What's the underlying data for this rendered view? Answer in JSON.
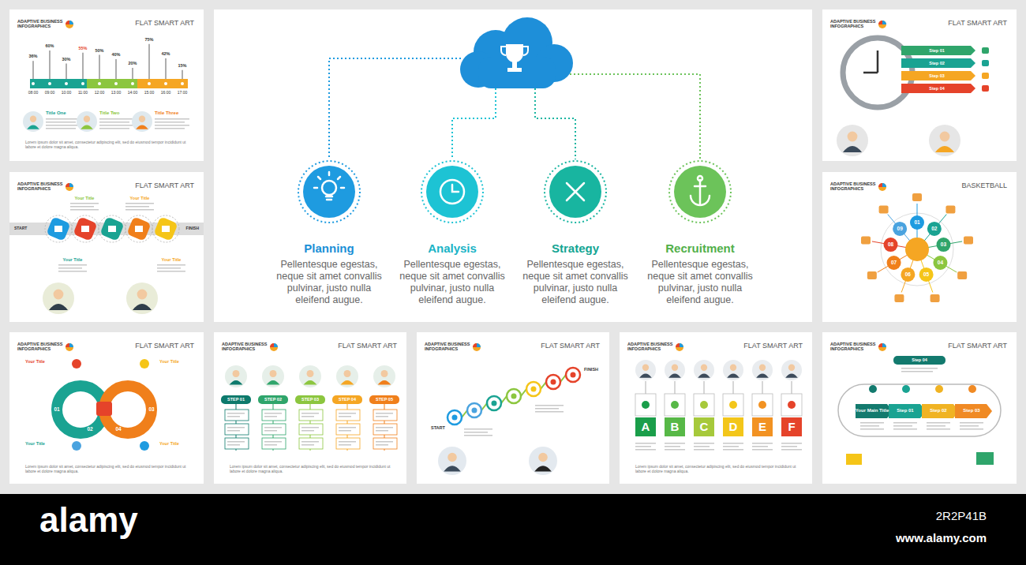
{
  "diagram": {
    "nodes": [
      {
        "text": [
          "Planning",
          "Pellentesque egestas, neque sit amet convallis pulvinar, justo nulla eleifend augue."
        ]
      },
      {
        "text": [
          "Analysis",
          "Pellentesque egestas, neque sit amet convallis pulvinar, justo nulla eleifend augue."
        ]
      },
      {
        "text": [
          "Strategy",
          "Pellentesque egestas, neque sit amet convallis pulvinar, justo nulla eleifend augue."
        ]
      },
      {
        "text": [
          "Recruitment",
          "Pellentesque egestas, neque sit amet convallis pulvinar, justo nulla eleifend augue."
        ]
      }
    ],
    "labels": [
      "ADAPTIVE BUSINESS INFOGRAPHICS",
      "FLAT SMART ART",
      "ADAPTIVE BUSINESS INFOGRAPHICS",
      "FLAT SMART ART",
      "ADAPTIVE BUSINESS INFOGRAPHICS",
      "FLAT SMART ART",
      "ADAPTIVE BUSINESS INFOGRAPHICS",
      "BASKETBALL",
      "ADAPTIVE BUSINESS INFOGRAPHICS",
      "FLAT SMART ART",
      "ADAPTIVE BUSINESS INFOGRAPHICS",
      "FLAT SMART ART",
      "ADAPTIVE BUSINESS INFOGRAPHICS",
      "FLAT SMART ART",
      "ADAPTIVE BUSINESS INFOGRAPHICS",
      "FLAT SMART ART",
      "ADAPTIVE BUSINESS INFOGRAPHICS",
      "FLAT SMART ART",
      "36%",
      "60%",
      "30%",
      "55%",
      "50%",
      "40%",
      "20%",
      "75%",
      "42%",
      "15%",
      "08:00",
      "09:00",
      "10:00",
      "11:00",
      "12:00",
      "13:00",
      "14:00",
      "15:00",
      "16:00",
      "17:00",
      "Title One",
      "Title Two",
      "Title Three",
      "Lorem ipsum dolor sit amet, consectetur adipiscing elit, sed do eiusmod tempor incididunt ut labore et dolore magna aliqua.",
      "START",
      "FINISH",
      "Your Title",
      "Your Title",
      "Your Title",
      "Your Title",
      "Step 01",
      "Step 02",
      "Step 03",
      "Step 04",
      "01",
      "02",
      "03",
      "04",
      "05",
      "06",
      "07",
      "08",
      "09",
      "Your Title",
      "Your Title",
      "Your Title",
      "Your Title",
      "01",
      "02",
      "03",
      "04",
      "Lorem ipsum dolor sit amet, consectetur adipiscing elit, sed do eiusmod tempor incididunt ut labore et dolore magna aliqua.",
      "STEP 01",
      "STEP 02",
      "STEP 03",
      "STEP 04",
      "STEP 05",
      "Lorem ipsum dolor sit amet, consectetur adipiscing elit, sed do eiusmod tempor incididunt ut labore et dolore magna aliqua.",
      "START",
      "FINISH",
      "A",
      "B",
      "C",
      "D",
      "E",
      "F",
      "Lorem ipsum dolor sit amet, consectetur adipiscing elit, sed do eiusmod tempor incididunt ut labore et dolore magna aliqua.",
      "Your Main Title",
      "Step 01",
      "Step 02",
      "Step 03",
      "Step 04",
      "alamy",
      "2R2P41B",
      "www.alamy.com"
    ]
  }
}
